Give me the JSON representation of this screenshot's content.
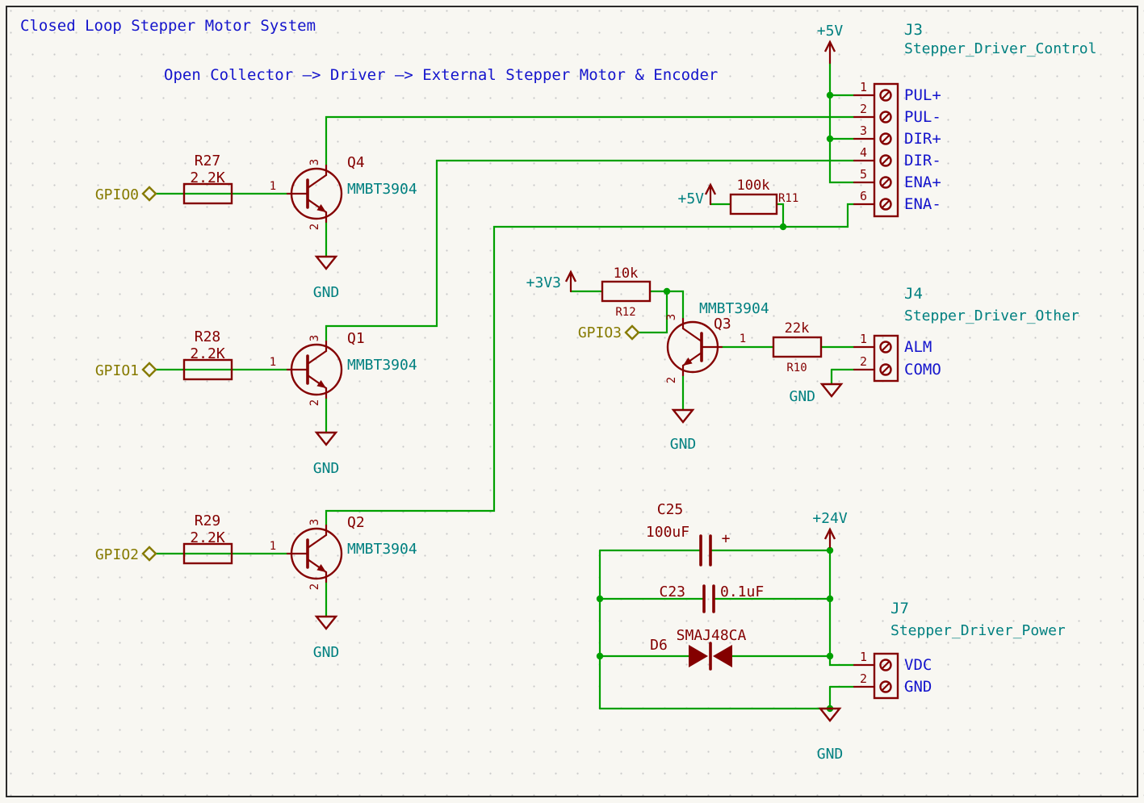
{
  "header": {
    "title": "Closed Loop Stepper Motor System",
    "subtitle": "Open Collector –> Driver –> External Stepper Motor & Encoder"
  },
  "colors": {
    "background": "#f8f7f2",
    "wire_green": "#00a000",
    "symbol_red": "#840000",
    "value_teal": "#008080",
    "pin_name_blue": "#1414cc",
    "hier_label_olive": "#867a00"
  },
  "hier_labels": {
    "gpio0": "GPIO0",
    "gpio1": "GPIO1",
    "gpio2": "GPIO2",
    "gpio3": "GPIO3"
  },
  "power": {
    "p5v": "+5V",
    "p3v3": "+3V3",
    "p24v": "+24V",
    "gnd": "GND"
  },
  "transistors": {
    "q4": {
      "ref": "Q4",
      "value": "MMBT3904",
      "pin_base": "1",
      "pin_collector": "3",
      "pin_emitter": "2"
    },
    "q1": {
      "ref": "Q1",
      "value": "MMBT3904",
      "pin_base": "1",
      "pin_collector": "3",
      "pin_emitter": "2"
    },
    "q2": {
      "ref": "Q2",
      "value": "MMBT3904",
      "pin_base": "1",
      "pin_collector": "3",
      "pin_emitter": "2"
    },
    "q3": {
      "ref": "Q3",
      "value": "MMBT3904",
      "pin_base": "1",
      "pin_collector": "3",
      "pin_emitter": "2"
    }
  },
  "resistors": {
    "r27": {
      "ref": "R27",
      "value": "2.2K"
    },
    "r28": {
      "ref": "R28",
      "value": "2.2K"
    },
    "r29": {
      "ref": "R29",
      "value": "2.2K"
    },
    "r11": {
      "ref": "R11",
      "value": "100k"
    },
    "r12": {
      "ref": "R12",
      "value": "10k"
    },
    "r10": {
      "ref": "R10",
      "value": "22k"
    }
  },
  "capacitors": {
    "c25": {
      "ref": "C25",
      "value": "100uF",
      "polarity": "+"
    },
    "c23": {
      "ref": "C23",
      "value": "0.1uF"
    }
  },
  "diodes": {
    "d6": {
      "ref": "D6",
      "value": "SMAJ48CA"
    }
  },
  "connectors": {
    "j3": {
      "ref": "J3",
      "value": "Stepper_Driver_Control",
      "pins": [
        {
          "num": "1",
          "name": "PUL+"
        },
        {
          "num": "2",
          "name": "PUL-"
        },
        {
          "num": "3",
          "name": "DIR+"
        },
        {
          "num": "4",
          "name": "DIR-"
        },
        {
          "num": "5",
          "name": "ENA+"
        },
        {
          "num": "6",
          "name": "ENA-"
        }
      ]
    },
    "j4": {
      "ref": "J4",
      "value": "Stepper_Driver_Other",
      "pins": [
        {
          "num": "1",
          "name": "ALM"
        },
        {
          "num": "2",
          "name": "COMO"
        }
      ]
    },
    "j7": {
      "ref": "J7",
      "value": "Stepper_Driver_Power",
      "pins": [
        {
          "num": "1",
          "name": "VDC"
        },
        {
          "num": "2",
          "name": "GND"
        }
      ]
    }
  }
}
